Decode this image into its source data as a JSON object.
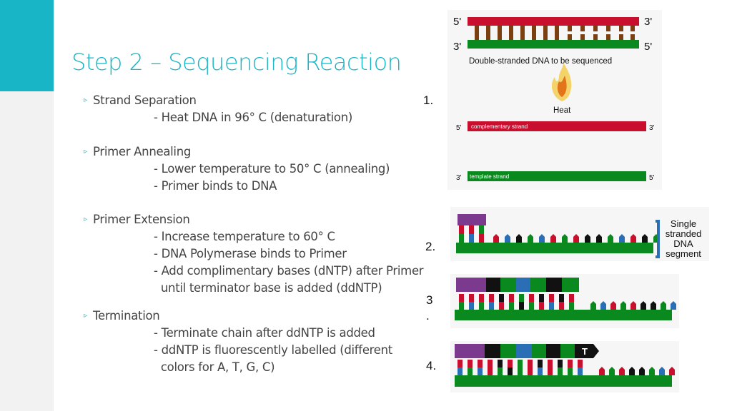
{
  "slide": {
    "title": "Step 2 – Sequencing Reaction",
    "sections": [
      {
        "heading": "Strand Separation",
        "lines": [
          "- Heat DNA in 96° C (denaturation)"
        ]
      },
      {
        "heading": "Primer Annealing",
        "lines": [
          "- Lower temperature to 50° C (annealing)",
          "- Primer binds to DNA"
        ]
      },
      {
        "heading": "Primer Extension",
        "lines": [
          "- Increase temperature to 60° C",
          "- DNA Polymerase binds to Primer",
          "- Add complimentary bases (dNTP) after Primer",
          "  until terminator base is added (ddNTP)"
        ]
      },
      {
        "heading": "Termination",
        "lines": [
          "- Terminate chain after ddNTP is added",
          "- ddNTP is fluorescently labelled (different",
          "  colors for A, T, G, C)"
        ]
      }
    ]
  },
  "diagram": {
    "step_numbers": [
      "1.",
      "2.",
      "3",
      ".",
      "4."
    ],
    "top": {
      "five_prime": "5'",
      "three_prime": "3'",
      "caption": "Double-stranded DNA to be sequenced"
    },
    "heat_label": "Heat",
    "complementary": {
      "label": "complementary strand",
      "left": "5'",
      "right": "3'"
    },
    "template": {
      "label": "template strand",
      "left": "3'",
      "right": "5'"
    },
    "single_strand_label": [
      "Single",
      "stranded",
      "DNA",
      "segment"
    ],
    "terminator_letter": "T",
    "colors": {
      "red": "#c8102e",
      "green": "#0a8a1e",
      "brown": "#7b3f12",
      "purple": "#7b3a8e",
      "blue": "#2a6fb5",
      "black": "#111111",
      "teal": "#17b5c6"
    }
  }
}
